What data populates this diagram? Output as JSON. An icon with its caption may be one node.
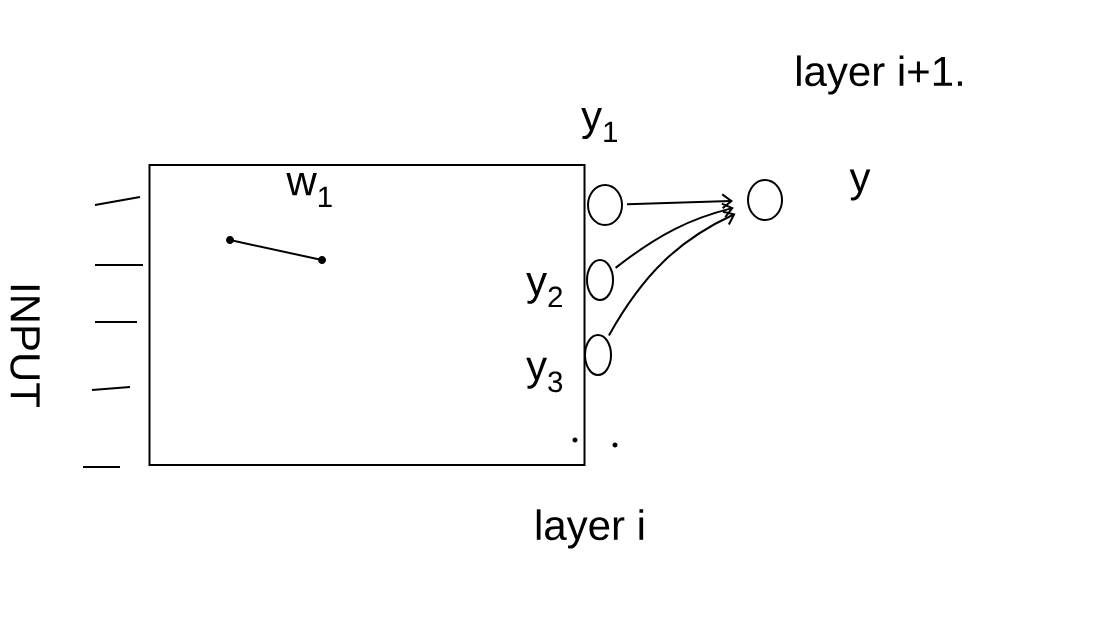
{
  "diagram": {
    "nodes": [
      {
        "text": [
          "layer i"
        ]
      },
      {
        "text": [],
        "shape": "circle",
        "beside": [
          "y$_{1}$"
        ]
      },
      {
        "text": [],
        "shape": "circle",
        "beside": [
          "y$_{2}$"
        ]
      },
      {
        "text": [],
        "shape": "circle",
        "beside": [
          "y$_{3}$"
        ]
      },
      {
        "text": [],
        "shape": "circle",
        "beside": [
          "y"
        ]
      }
    ],
    "edges": [
      {
        "from": 1,
        "to": 4,
        "arrow": "to"
      },
      {
        "from": 2,
        "to": 4,
        "arrow": "to"
      },
      {
        "from": 3,
        "to": 4,
        "arrow": "to"
      }
    ],
    "labels": [
      "layer i+1.",
      "w$_{1}$",
      "INPUT"
    ]
  }
}
